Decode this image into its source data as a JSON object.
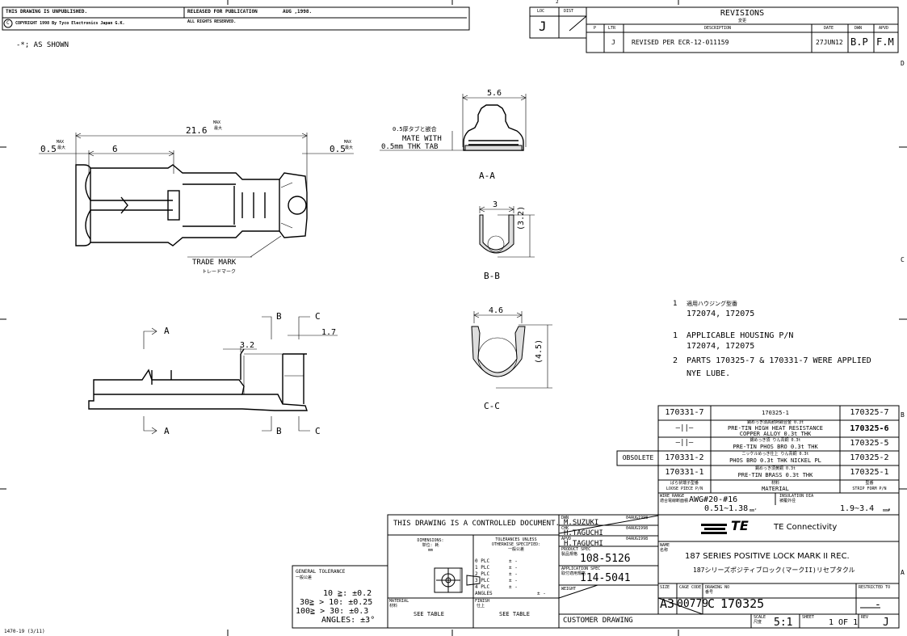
{
  "header": {
    "unpublished": "THIS DRAWING IS UNPUBLISHED.",
    "released": "RELEASED FOR PUBLICATION",
    "release_date": "AUG ,1998.",
    "copyright": "COPYRIGHT  1998  By Tyco Electronics Japan G.K.",
    "rights": "ALL RIGHTS RESERVED.",
    "copyright_symbol": "C",
    "loc_label": "LOC",
    "loc_value": "J",
    "dist_label": "DIST",
    "grid_top": "2",
    "as_shown": "-*;  AS  SHOWN"
  },
  "revisions": {
    "title": "REVISIONS",
    "title_jp": "変更",
    "col_p": "P",
    "col_ltr": "LTR",
    "col_desc": "DESCRIPTION",
    "col_date": "DATE",
    "col_dwn": "DWN",
    "col_apvd": "APVD",
    "row": {
      "ltr": "J",
      "desc": "REVISED  PER  ECR-12-011159",
      "date": "27JUN12",
      "dwn": "B.P",
      "apvd": "F.M"
    }
  },
  "side_letters": [
    "D",
    "C",
    "B",
    "A"
  ],
  "dims": {
    "overall": "21.6",
    "overall_max": "MAX",
    "overall_max_jp": "最大",
    "left_tip": "0.5",
    "left_max": "MAX",
    "left_max_jp": "最大",
    "length6": "6",
    "right_tip": "0.5",
    "right_max": "MAX",
    "right_max_jp": "最大",
    "aa_width": "5.6",
    "mate_jp": "0.5厚タブと嵌合",
    "mate1": "MATE  WITH",
    "mate2": "0.5mm  THK  TAB",
    "bb_width": "3",
    "bb_height": "(3.2)",
    "cc_width": "4.6",
    "cc_height": "(4.5)",
    "side_32": "3.2",
    "side_17": "1.7"
  },
  "labels": {
    "aa": "A-A",
    "bb": "B-B",
    "cc": "C-C",
    "trade_mark": "TRADE  MARK",
    "trade_mark_jp": "トレードマーク",
    "a": "A",
    "b": "B",
    "c": "C"
  },
  "notes": {
    "n1_jp_num": "1",
    "n1_jp": "適用ハウジング型番",
    "n1_jp_val": "172074,  172075",
    "n1_num": "1",
    "n1": "APPLICABLE  HOUSING  P/N",
    "n1_val": "172074,  172075",
    "n2_num": "2",
    "n2": "PARTS  170325-7  &  170331-7  WERE  APPLIED",
    "n2b": "NYE  LUBE."
  },
  "parts": {
    "rows": [
      {
        "loose": "170331-7",
        "mat1": "170325-1",
        "mat2": "",
        "mat3": "",
        "strip": "170325-7",
        "bold": false
      },
      {
        "loose": "—||—",
        "mat1": "錫めっき須高耐熱銅合金  0.3t",
        "mat2": "PRE-TIN  HIGH  HEAT  RESISTANCE",
        "mat3": "COPPER  ALLOY  0.3t  THK",
        "strip": "170325-6",
        "bold": true
      },
      {
        "loose": "—||—",
        "mat1": "錫めっき須  りん青銅  0.3t",
        "mat2": "PRE-TIN  PHOS  BRO  0.3t  THK",
        "mat3": "",
        "strip": "170325-5",
        "bold": false
      },
      {
        "loose": "170331-2",
        "mat1": "ニッケルめっき仕上  りん青銅  0.3t",
        "mat2": "PHOS  BRO  0.3t  THK  NICKEL  PL",
        "mat3": "",
        "strip": "170325-2",
        "bold": false
      },
      {
        "loose": "170331-1",
        "mat1": "錫めっき須黄銅  0.3t",
        "mat2": "PRE-TIN  BRASS  0.3t  THK",
        "mat3": "",
        "strip": "170325-1",
        "bold": false
      }
    ],
    "obsolete": "OBSOLETE",
    "hdr_loose_jp": "ばら状端子型番",
    "hdr_loose": "LOOSE  PIECE  P/N",
    "hdr_mat_jp": "材料",
    "hdr_mat": "MATERIAL",
    "hdr_strip_jp": "型番",
    "hdr_strip": "STRIP  FORM  P/N",
    "wire_label": "WIRE  RANGE",
    "wire_label_jp": "適合電線断面積",
    "wire_awg": "AWG#20-#16",
    "wire_mm": "0.51~1.38",
    "wire_mm_unit": "mm²",
    "ins_label": "INSULATION  DIA",
    "ins_label_jp": "被覆外径",
    "ins_val": "1.9~3.4",
    "ins_unit": "mm#"
  },
  "title_block": {
    "controlled": "THIS  DRAWING  IS  A  CONTROLLED  DOCUMENT.",
    "dimensions": "DIMENSIONS:",
    "dimensions_jp": "単位:  耗",
    "dimensions_unit": "mm",
    "tol_hdr1": "TOLERANCES  UNLESS",
    "tol_hdr2": "OTHERWISE  SPECIFIED:",
    "tol_hdr_jp": "一般公差",
    "plc": [
      "0  PLC",
      "1  PLC",
      "2  PLC",
      "3  PLC",
      "4  PLC",
      "ANGLES"
    ],
    "plc_val": [
      "±  -",
      "±  -",
      "±  -",
      "±  -",
      "±  -",
      "±  -"
    ],
    "general_tol": "GENERAL  TOLERANCE",
    "general_tol_jp": "一般公差",
    "gt1": "10  ≧:  ±0.2",
    "gt2": "30≧ > 10:  ±0.25",
    "gt3": "100≧ > 30:  ±0.3",
    "gt4": "ANGLES:  ±3°",
    "material": "MATERIAL",
    "material_jp": "材料",
    "see_table1": "SEE  TABLE",
    "finish": "FINISH",
    "finish_jp": "仕上",
    "see_table2": "SEE  TABLE",
    "dwn_label": "DWN",
    "dwn_name": "M.SUZUKI",
    "dwn_date": "04AUG1998",
    "chk_label": "CHK",
    "chk_name": "H.TAGUCHI",
    "chk_date": "04AUG1998",
    "apvd_label": "APVD",
    "apvd_name": "H.TAGUCHI",
    "apvd_date": "04AUG1998",
    "prod_spec_label": "PRODUCT  SPEC",
    "prod_spec_jp": "製品規格",
    "prod_spec": "108-5126",
    "app_spec_label": "APPLICATION  SPEC",
    "app_spec_jp": "取付適用規格",
    "app_spec": "114-5041",
    "weight_label": "WEIGHT",
    "customer": "CUSTOMER  DRAWING",
    "logo": "TE",
    "company": "TE  Connectivity",
    "name_label": "NAME",
    "name_label_jp": "名称",
    "name": "187  SERIES  POSITIVE  LOCK  MARK  II  REC.",
    "name_jp": "187シリーズポジティブロック(マークII)リセプタクル",
    "size_label": "SIZE",
    "size": "A3",
    "cage_label": "CAGE  CODE",
    "cage": "00779",
    "dwg_label": "DRAWING  NO",
    "dwg_label_jp": "番号",
    "dwg_prefix": "C",
    "dwg_no": "170325",
    "restricted": "RESTRICTED  TO",
    "restricted_val": "-",
    "scale_label": "SCALE",
    "scale_jp": "尺度",
    "scale": "5:1",
    "sheet_label": "SHEET",
    "sheet": "1  OF  1",
    "rev_label": "REV",
    "rev": "J"
  },
  "footer": {
    "form_no": "1470-19  (3/11)"
  }
}
